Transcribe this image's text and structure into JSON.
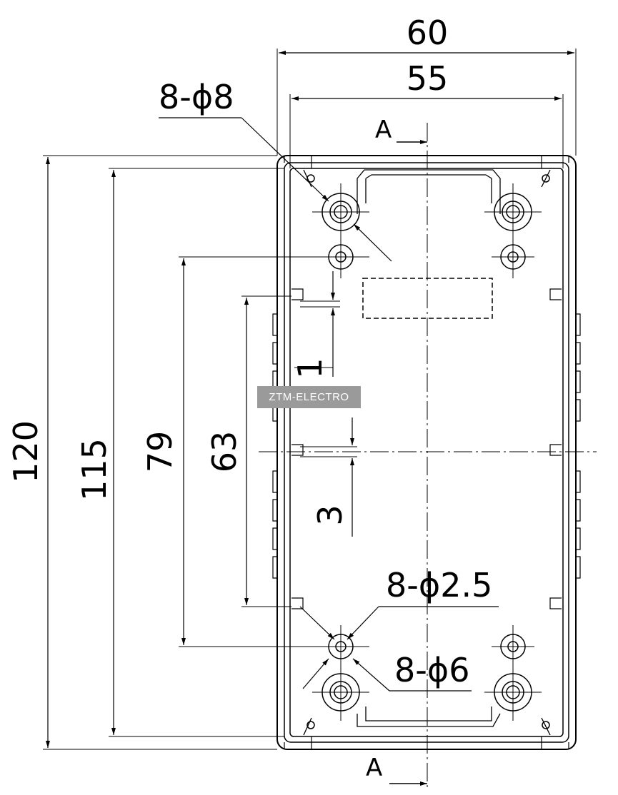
{
  "dimensions": {
    "overall_width": "60",
    "inner_width": "55",
    "overall_height": "120",
    "inner_height": "115",
    "hole_spacing": "79",
    "inner_span": "63",
    "offset_small": "1",
    "offset_center": "3"
  },
  "callouts": {
    "boss_outer": "8-ϕ8",
    "hole_small": "8-ϕ2.5",
    "boss_inner": "8-ϕ6"
  },
  "section_marks": {
    "top": "A",
    "bottom": "A"
  },
  "watermark": "ZTM-ELECTRO"
}
